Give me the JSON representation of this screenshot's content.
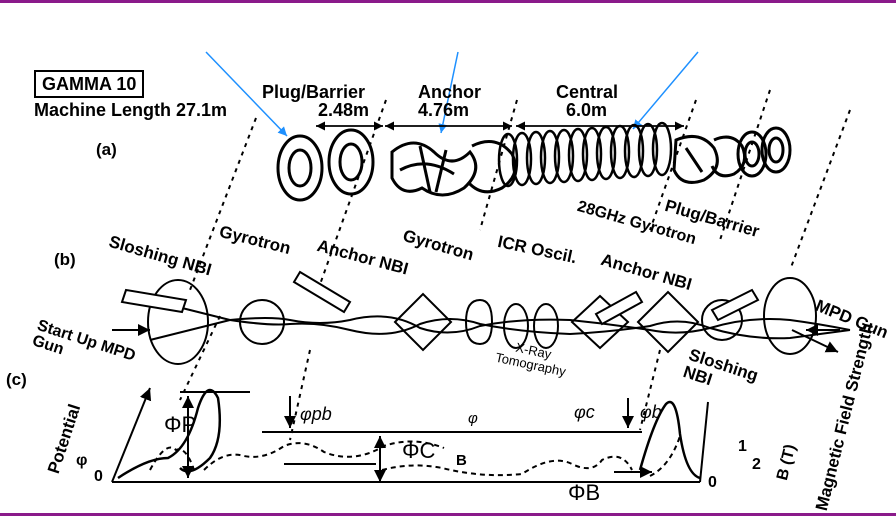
{
  "title": "GAMMA 10",
  "machine_length": "Machine Length 27.1m",
  "panel_labels": {
    "a": "(a)",
    "b": "(b)",
    "c": "(c)"
  },
  "sections": {
    "plug_barrier": {
      "label": "Plug/Barrier",
      "length": "2.48m"
    },
    "anchor": {
      "label": "Anchor",
      "length": "4.76m"
    },
    "central": {
      "label": "Central",
      "length": "6.0m"
    }
  },
  "components": {
    "sloshing_nbi_left": "Sloshing NBI",
    "gyrotron_left": "Gyrotron",
    "anchor_nbi_left": "Anchor NBI",
    "gyrotron_center": "Gyrotron",
    "icr_oscil": "ICR Oscil.",
    "anchor_nbi_right": "Anchor NBI",
    "gyrotron_28ghz": "28GHz Gyrotron",
    "plug_barrier_right": "Plug/Barrier",
    "mpd_gun_right": "MPD Gun",
    "start_up_mpd_gun": "Start Up MPD Gun",
    "xray_tomography": "X-Ray Tomography",
    "sloshing_nbi_right": "Sloshing NBI"
  },
  "potential_plot": {
    "potential_axis": "Potential",
    "phi_axis": "φ",
    "zero_left": "0",
    "phi_p": "ΦP",
    "phi_pb": "φpb",
    "phi_center": "φ",
    "phi_c": "φc",
    "phi_b": "φb",
    "phi_C": "ΦC",
    "b_label": "B",
    "phi_B": "ΦB",
    "field_axis": "Magnetic Field Strength",
    "b_unit": "B (T)",
    "field_ticks": [
      "0",
      "1",
      "2"
    ]
  },
  "colors": {
    "arrow": "#1e90ff",
    "bars": "#8a1a8a"
  }
}
